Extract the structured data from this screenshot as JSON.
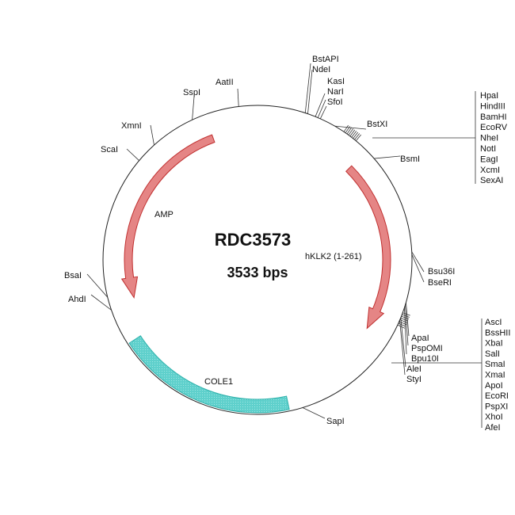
{
  "plasmid": {
    "name": "RDC3573",
    "size": "3533 bps"
  },
  "features": [
    {
      "label": "AMP",
      "color": "#e07070"
    },
    {
      "label": "hKLK2 (1-261)",
      "color": "#e07070"
    },
    {
      "label": "COLE1",
      "color": "#5fd0cc"
    }
  ],
  "sites": {
    "single": [
      "SspI",
      "AatII",
      "XmnI",
      "ScaI",
      "BsaI",
      "AhdI",
      "BstXI",
      "BsmI",
      "Bsu36I",
      "BseRI",
      "SapI"
    ],
    "top_group1": [
      "BstAPI",
      "NdeI"
    ],
    "top_group2": [
      "KasI",
      "NarI",
      "SfoI"
    ],
    "right_group1": [
      "HpaI",
      "HindIII",
      "BamHI",
      "EcoRV",
      "NheI",
      "NotI",
      "EagI",
      "XcmI",
      "SexAI"
    ],
    "lower_group1": [
      "ApaI",
      "PspOMI",
      "Bpu10I"
    ],
    "lower_group2": [
      "AleI",
      "StyI"
    ],
    "right_group2": [
      "AscI",
      "BssHII",
      "XbaI",
      "SalI",
      "SmaI",
      "XmaI",
      "ApoI",
      "EcoRI",
      "PspXI",
      "XhoI",
      "AfeI"
    ]
  }
}
